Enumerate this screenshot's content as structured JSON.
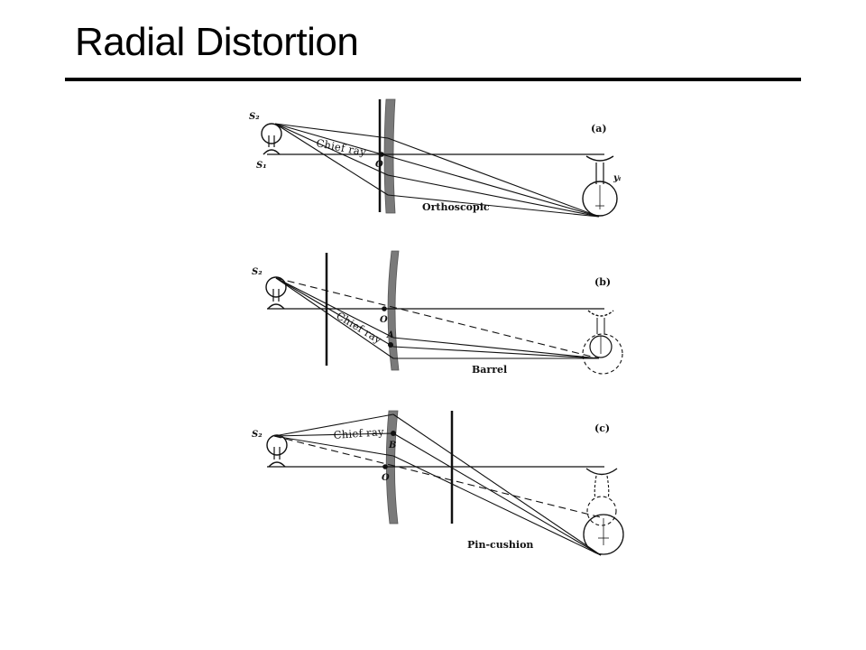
{
  "slide": {
    "title": "Radial Distortion"
  },
  "figure": {
    "panels": [
      {
        "tag": "(a)",
        "caption": "Orthoscopic",
        "chief_ray_label": "Chief ray",
        "source_top_label": "S₂",
        "source_bottom_label": "S₁",
        "center_label": "O",
        "image_label": "yᵢ"
      },
      {
        "tag": "(b)",
        "caption": "Barrel",
        "chief_ray_label": "Chief ray",
        "source_top_label": "S₂",
        "center_label": "O",
        "point_label": "A"
      },
      {
        "tag": "(c)",
        "caption": "Pin-cushion",
        "chief_ray_label": "Chief ray",
        "source_top_label": "S₂",
        "center_label": "O",
        "point_label": "B"
      }
    ]
  },
  "colors": {
    "ink": "#111111",
    "lens_fill": "#7a7a7a",
    "background": "#ffffff"
  }
}
